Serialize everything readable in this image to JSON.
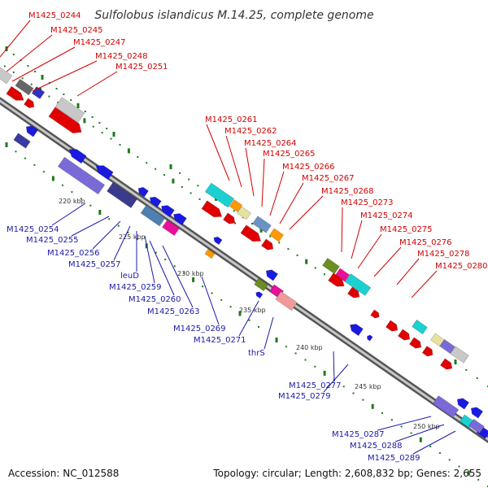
{
  "title": "Sulfolobus islandicus M.14.25, complete genome",
  "footer": {
    "accession": "Accession: NC_012588",
    "summary": "Topology: circular; Length: 2,608,832 bp; Genes: 2,655"
  },
  "colors": {
    "top_labels": "#d40000",
    "bottom_labels": "#1a1aa8",
    "backbone": "#8c8c8c",
    "ticks": "#1f7a1f"
  },
  "scale_ticks": [
    "220 kbp",
    "225 kbp",
    "230 kbp",
    "235 kbp",
    "240 kbp",
    "245 kbp",
    "250 kbp"
  ],
  "top_labels": [
    "M1425_0244",
    "M1425_0245",
    "M1425_0247",
    "M1425_0248",
    "M1425_0251",
    "M1425_0261",
    "M1425_0262",
    "M1425_0264",
    "M1425_0265",
    "M1425_0266",
    "M1425_0267",
    "M1425_0268",
    "M1425_0273",
    "M1425_0274",
    "M1425_0275",
    "M1425_0276",
    "M1425_0278",
    "M1425_0280"
  ],
  "bottom_labels": [
    "M1425_0254",
    "M1425_0255",
    "M1425_0256",
    "M1425_0257",
    "leuD",
    "M1425_0259",
    "M1425_0260",
    "M1425_0263",
    "M1425_0269",
    "M1425_0271",
    "thrS",
    "M1425_0277",
    "M1425_0279",
    "M1425_0287",
    "M1425_0288",
    "M1425_0289"
  ]
}
